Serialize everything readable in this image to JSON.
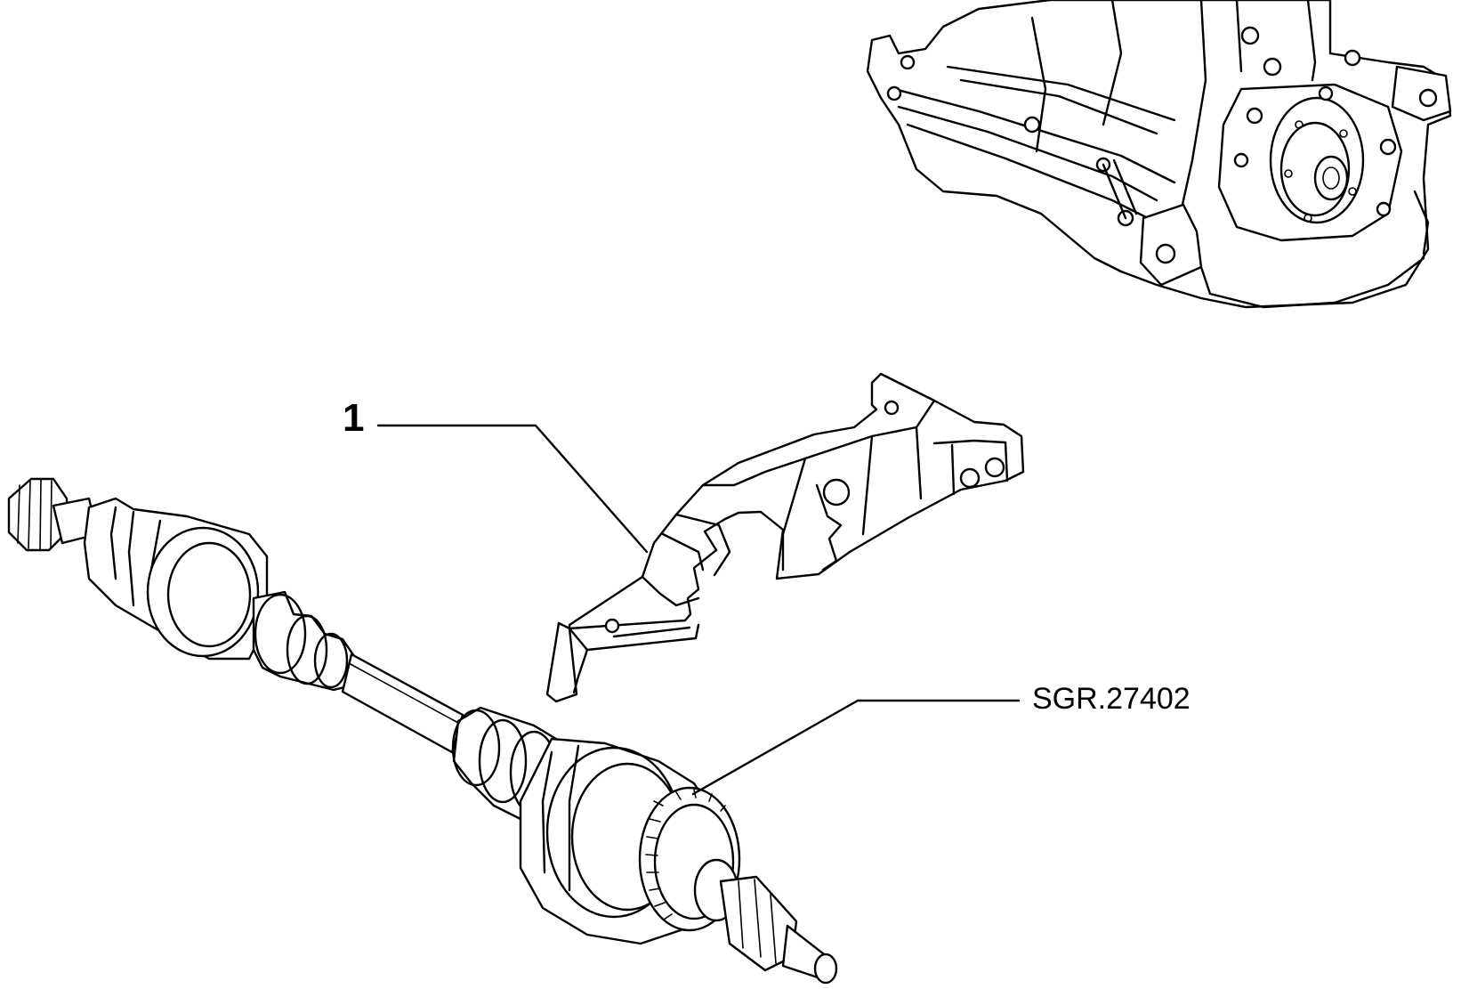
{
  "diagram": {
    "callouts": [
      {
        "id": "part-1",
        "label": "1"
      }
    ],
    "reference_code": "SGR.27402"
  }
}
